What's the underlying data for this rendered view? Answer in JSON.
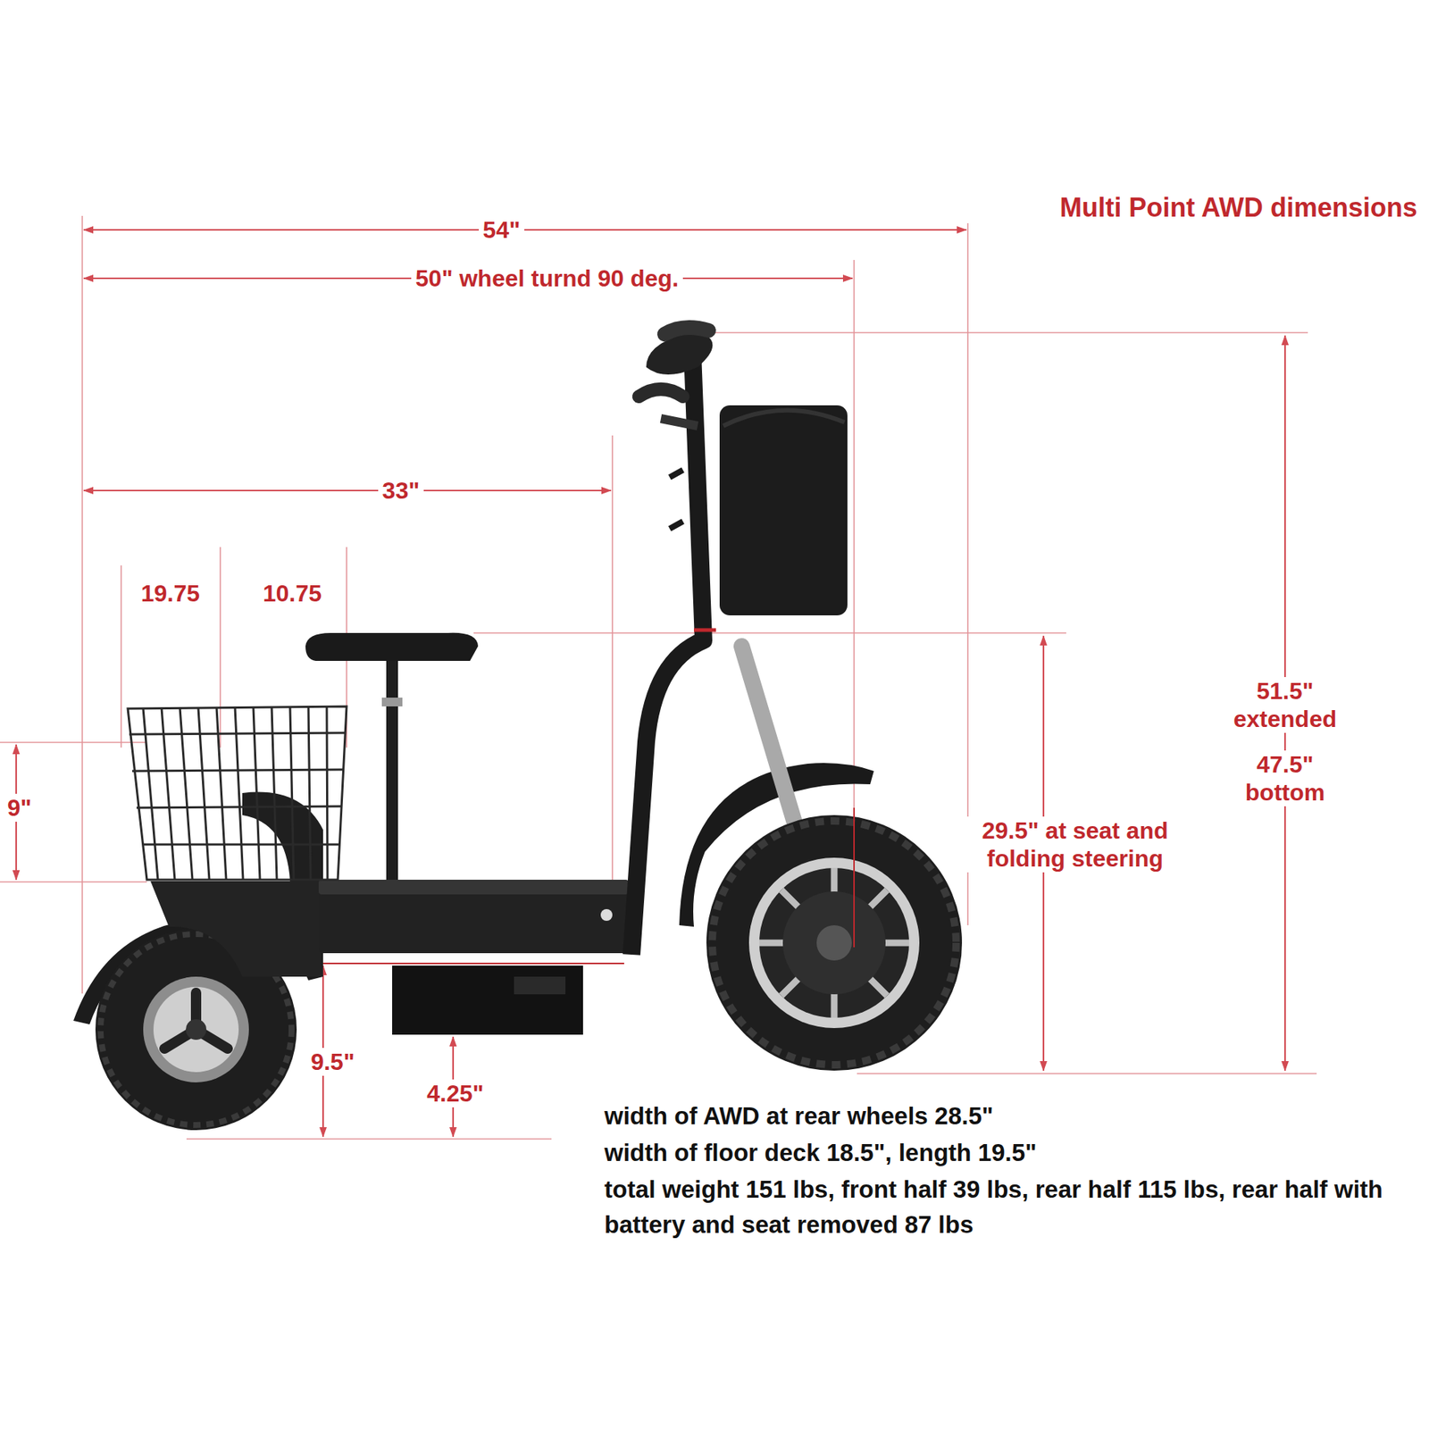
{
  "diagram": {
    "title": "Multi Point AWD dimensions",
    "labels": [
      "54\"",
      "50\" wheel turnd 90 deg.",
      "33\"",
      "19.75",
      "10.75",
      "9\"",
      "29.5\" at seat and folding steering",
      "51.5\" extended",
      "47.5\" bottom",
      "9.5\"",
      "4.25\"",
      "width of AWD at rear wheels  28.5\"",
      "width of floor deck 18.5\", length 19.5\"",
      "total weight 151 lbs, front half 39 lbs, rear half 115 lbs, rear half with battery and seat removed 87 lbs"
    ]
  }
}
